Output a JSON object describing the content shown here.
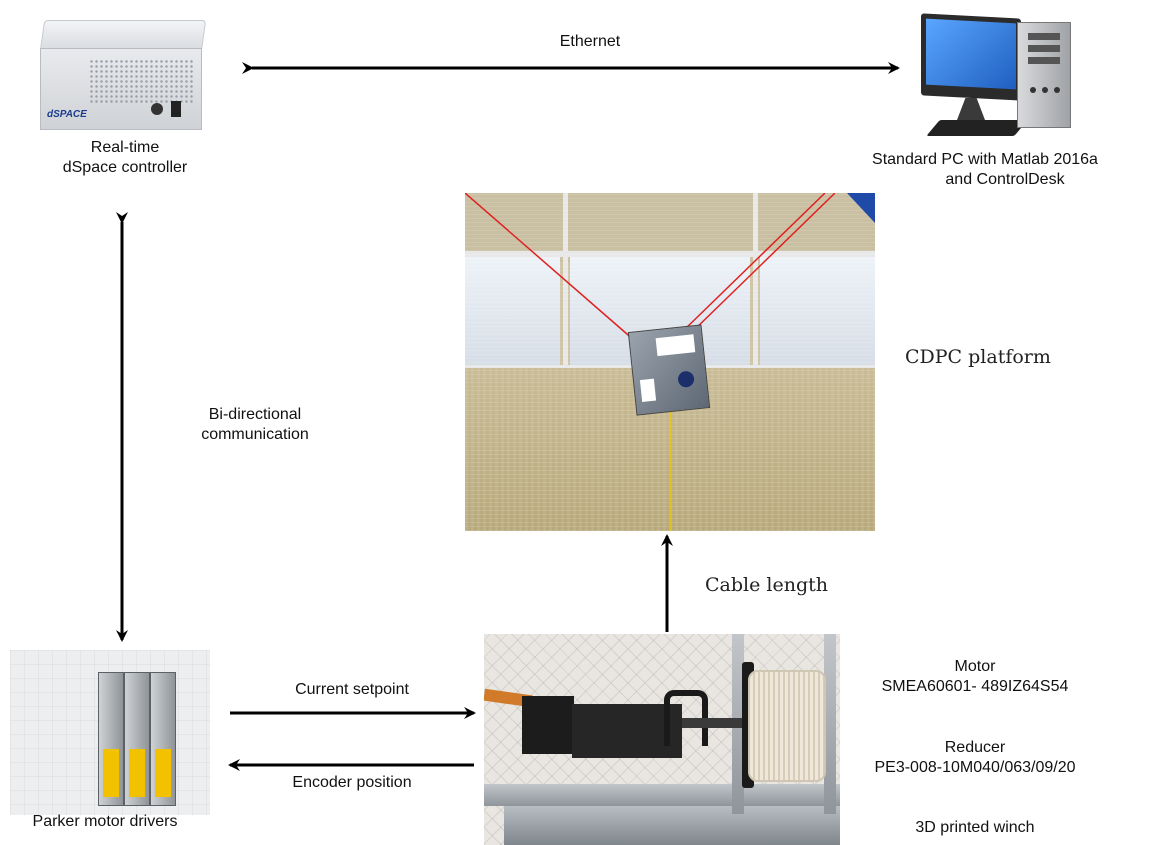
{
  "labels": {
    "ethernet": "Ethernet",
    "dspace_line1": "Real-time",
    "dspace_line2": "dSpace controller",
    "pc_line1": "Standard PC with Matlab 2016a",
    "pc_line2": "and ControlDesk",
    "bidirectional_line1": "Bi-directional",
    "bidirectional_line2": "communication",
    "cdpc_platform": "CDPC platform",
    "cable_length": "Cable length",
    "current_setpoint": "Current setpoint",
    "encoder_position": "Encoder position",
    "parker": "Parker motor drivers",
    "motor_title": "Motor",
    "motor_model": "SMEA60601- 489IZ64S54",
    "reducer_title": "Reducer",
    "reducer_model": "PE3-008-10M040/063/09/20",
    "winch": "3D printed winch"
  },
  "logo": {
    "dspace": "dSPACE"
  },
  "colors": {
    "cable_red": "#e02020",
    "cable_yellow": "#e8c400",
    "arrow": "#000000"
  }
}
